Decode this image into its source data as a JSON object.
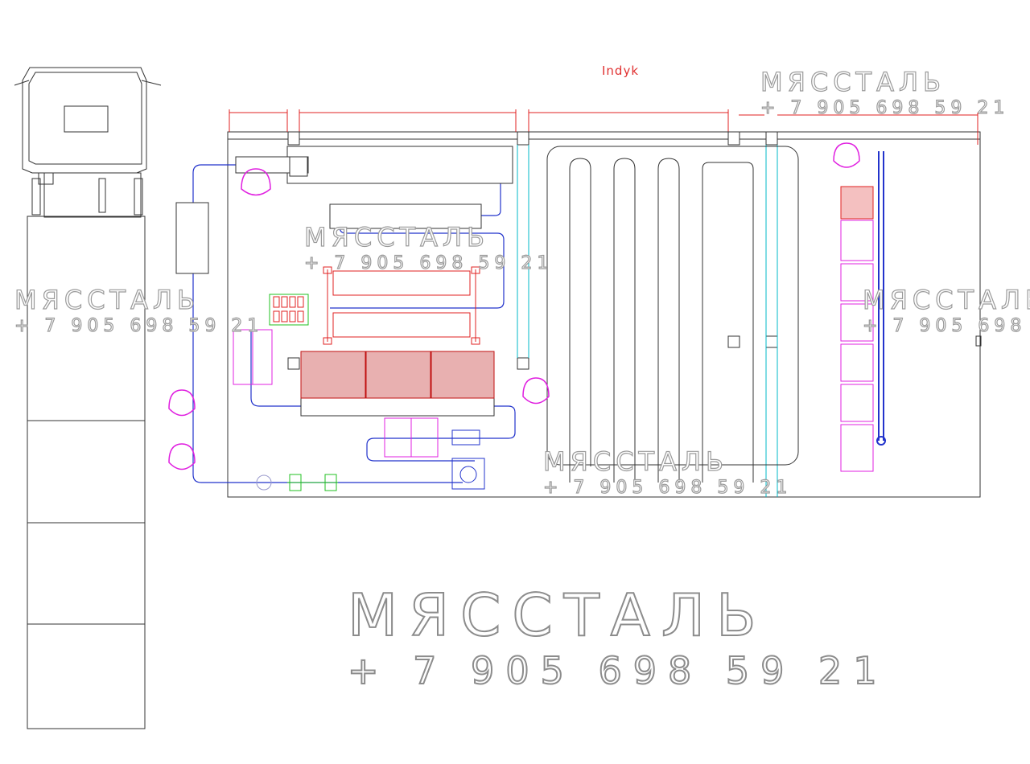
{
  "diagram": {
    "title": "Indyk",
    "watermark_brand": "МЯССТАЛЬ",
    "watermark_phone": "+ 7 905 698 59 21"
  },
  "colors": {
    "outline": "#333333",
    "conveyor": "#2233cc",
    "dimension": "#e02020",
    "cyan": "#00b8c8",
    "magenta": "#e020e0",
    "green": "#20c020",
    "watermark": "#8c8c8c"
  }
}
